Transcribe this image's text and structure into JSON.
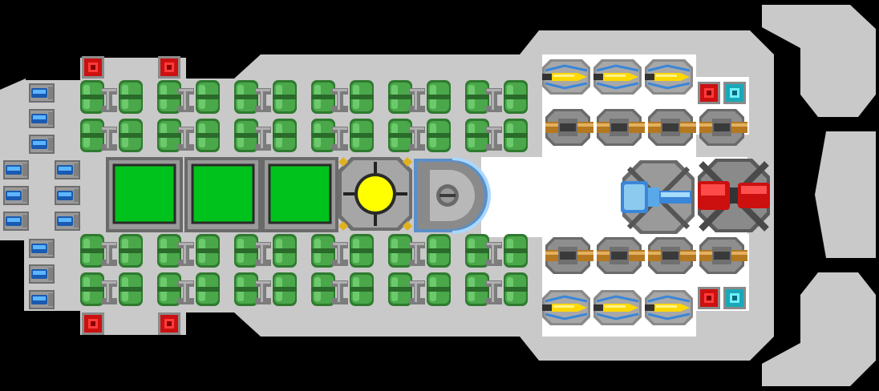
{
  "scene": {
    "type": "ship-blueprint",
    "view": "top-down",
    "background_color": "#000000"
  },
  "colors": {
    "hull": "#c9c9c9",
    "hull_edge": "#9a9a9a",
    "deck": "#ffffff",
    "tank_green": "#3f9a3f",
    "tank_green_light": "#6fd06f",
    "pipe": "#8d8d8d",
    "cargo_green": "#00c21c",
    "core_yellow": "#ffff00",
    "armor_red": "#cc1010",
    "thruster_blue": "#3a86d8",
    "sensor_cyan": "#22c8d8",
    "weapon_gold": "#d4a040",
    "missile_yellow": "#ffd800"
  },
  "modules": {
    "fuel_tank_upper": {
      "icon": "fuel-tank-icon",
      "columns": 12,
      "rows": 2
    },
    "fuel_tank_lower": {
      "icon": "fuel-tank-icon",
      "columns": 12,
      "rows": 2
    },
    "cargo_bays": {
      "icon": "cargo-bay-icon",
      "count": 3
    },
    "reactor_core": {
      "icon": "reactor-core-icon"
    },
    "cockpit": {
      "icon": "cockpit-icon"
    },
    "rear_thrusters": {
      "icon": "thruster-icon",
      "count": 12
    },
    "armor_nodes": {
      "icon": "armor-node-icon",
      "count": 6
    },
    "sensor_nodes": {
      "icon": "sensor-node-icon",
      "count": 2
    },
    "missile_launchers": {
      "icon": "missile-launcher-icon",
      "count": 6
    },
    "cannon_turrets": {
      "icon": "cannon-turret-icon",
      "count": 8
    },
    "ion_turret": {
      "icon": "ion-turret-icon"
    },
    "laser_turret": {
      "icon": "laser-turret-icon"
    }
  }
}
